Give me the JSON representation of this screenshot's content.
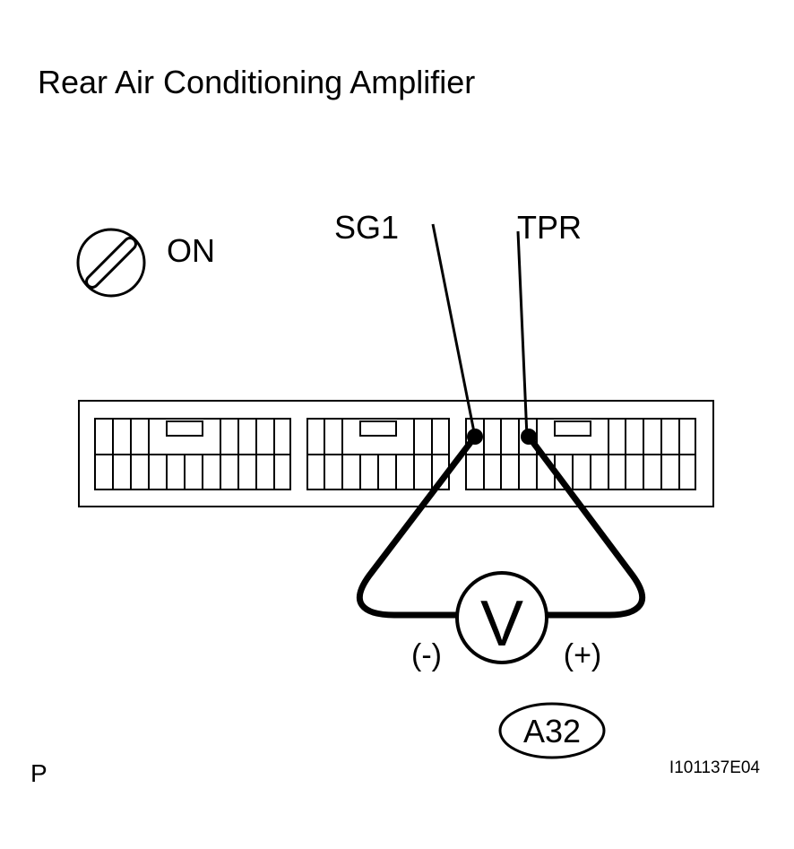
{
  "title": "Rear Air Conditioning Amplifier",
  "ignition": {
    "label": "ON",
    "icon": "ignition-switch-icon"
  },
  "terminals": {
    "negative": "SG1",
    "positive": "TPR"
  },
  "meter": {
    "symbol": "V",
    "icon": "voltmeter-icon",
    "negative_label": "(-)",
    "positive_label": "(+)"
  },
  "connector_code": "A32",
  "corner_letter": "P",
  "figure_id": "I101137E04"
}
